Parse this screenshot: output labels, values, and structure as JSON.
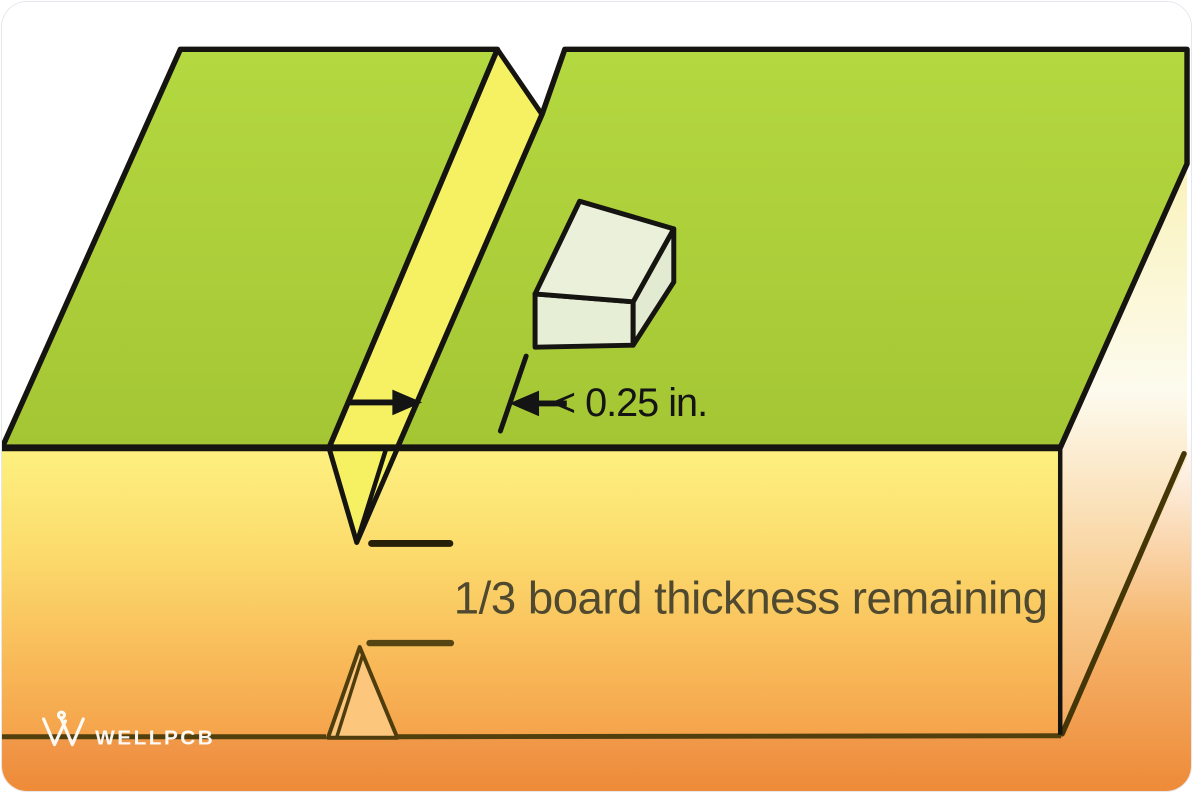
{
  "annotations": {
    "groove_width_label": "< 0.25 in.",
    "thickness_label": "1/3 board thickness remaining"
  },
  "branding": {
    "logo_text": "WELLPCB"
  },
  "colors": {
    "board_green_top": "#b4d840",
    "board_green_bottom": "#a4c634",
    "groove_yellow": "#f5f163",
    "front_face_top": "#fdf180",
    "front_face_bottom": "#f5a34b",
    "side_face_cream": "#f9f2ba",
    "background_orange": "#ee8c3a",
    "notch_peach": "#fcc67d",
    "outline_black": "#161410",
    "edge_brown": "#523f0e",
    "tick_dark": "#262008",
    "tick_olive": "#564512",
    "dimension_text": "#141414",
    "thickness_text": "#4f4930",
    "logo_white": "#ffffff",
    "component_top": "#eaf0da",
    "component_front": "#e7eed6",
    "component_side": "#e2ebd1"
  }
}
